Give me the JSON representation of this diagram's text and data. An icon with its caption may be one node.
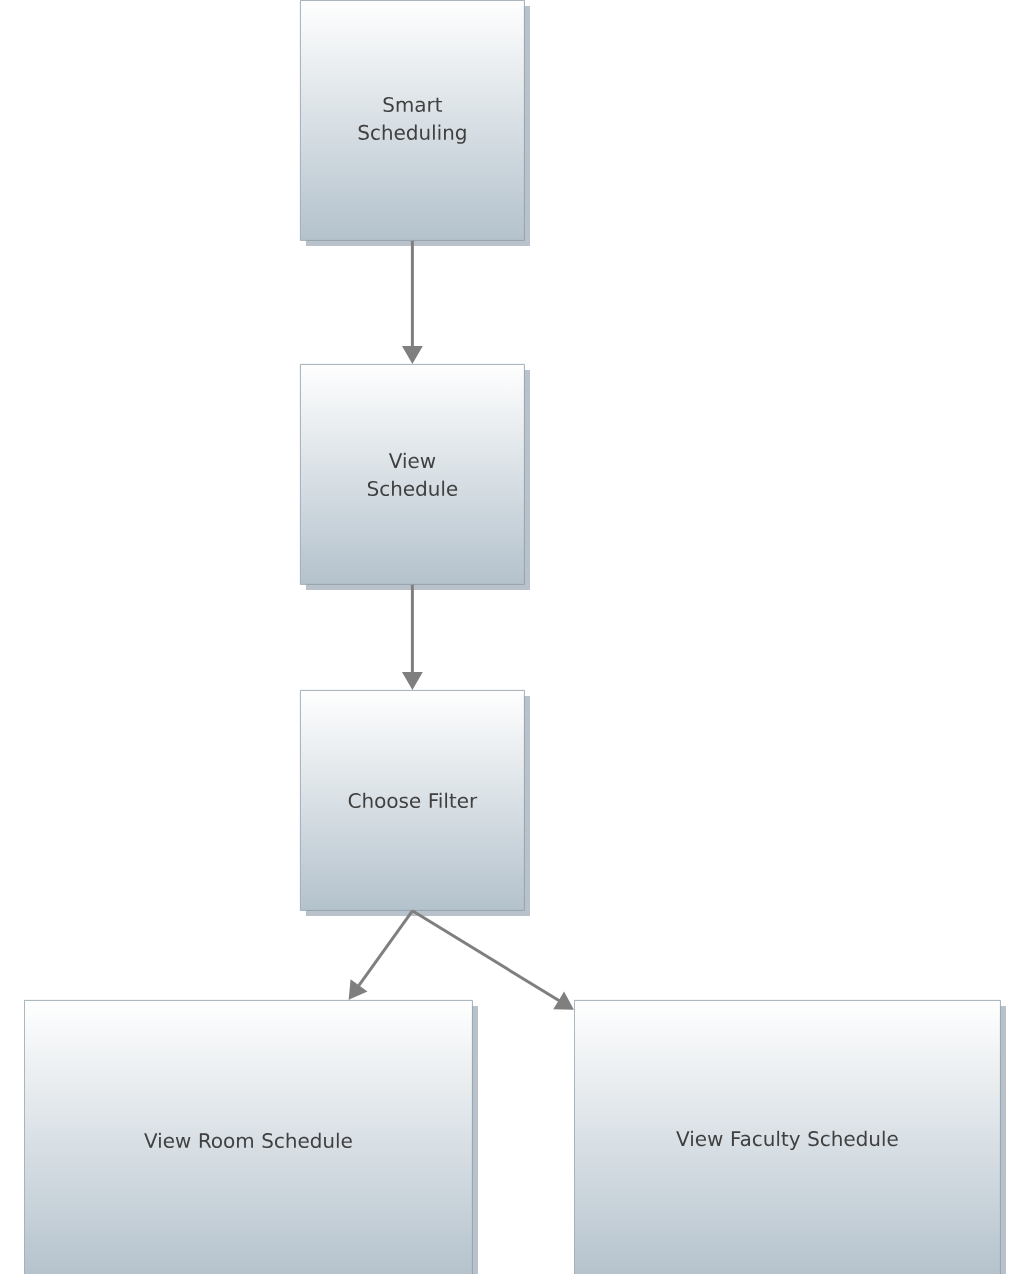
{
  "diagram": {
    "nodes": [
      {
        "text": [
          "Smart Scheduling"
        ]
      },
      {
        "text": [
          "View Schedule"
        ]
      },
      {
        "text": [
          "Choose Filter"
        ]
      },
      {
        "text": [
          "View Room Schedule"
        ]
      },
      {
        "text": [
          "View Faculty Schedule"
        ]
      }
    ],
    "edges": [
      {
        "from": 0,
        "to": 1,
        "arrow": "to"
      },
      {
        "from": 1,
        "to": 2,
        "arrow": "to"
      },
      {
        "from": 2,
        "to": 3,
        "arrow": "to"
      },
      {
        "from": 2,
        "to": 4,
        "arrow": "to"
      }
    ]
  }
}
